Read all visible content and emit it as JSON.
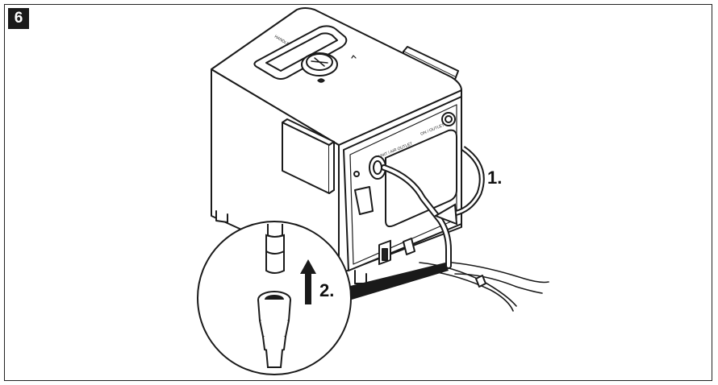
{
  "step_number": "6",
  "instructions": {
    "step1_label": "1.",
    "step2_label": "2."
  },
  "device_labels": {
    "top_handle": "HANDLE",
    "outlet": "UNIT / AIR OUTLET",
    "inlet": "ON / OUTLET"
  }
}
